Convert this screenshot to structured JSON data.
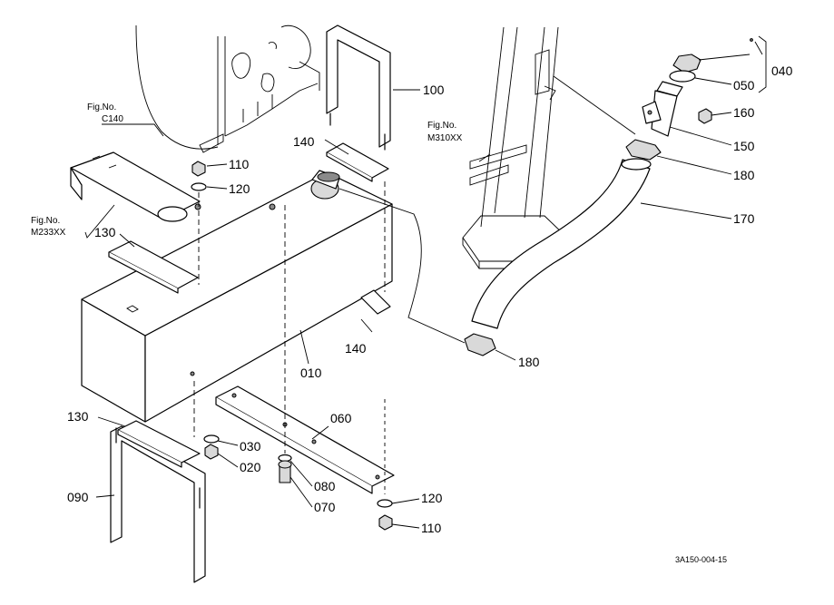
{
  "figure": {
    "drawing_code": "3A150-004-15",
    "refs": [
      {
        "line1": "Fig.No.",
        "line2": "C140"
      },
      {
        "line1": "Fig.No.",
        "line2": "M310XX"
      },
      {
        "line1": "Fig.No.",
        "line2": "M233XX"
      }
    ],
    "parts": {
      "p100": "100",
      "p140a": "140",
      "p110a": "110",
      "p120a": "120",
      "p130a": "130",
      "p010": "010",
      "p140b": "140",
      "p130b": "130",
      "p030": "030",
      "p020": "020",
      "p090": "090",
      "p060": "060",
      "p080": "080",
      "p070": "070",
      "p120b": "120",
      "p110b": "110",
      "p040": "040",
      "p050": "050",
      "p160": "160",
      "p150": "150",
      "p180a": "180",
      "p170": "170",
      "p180b": "180"
    }
  }
}
